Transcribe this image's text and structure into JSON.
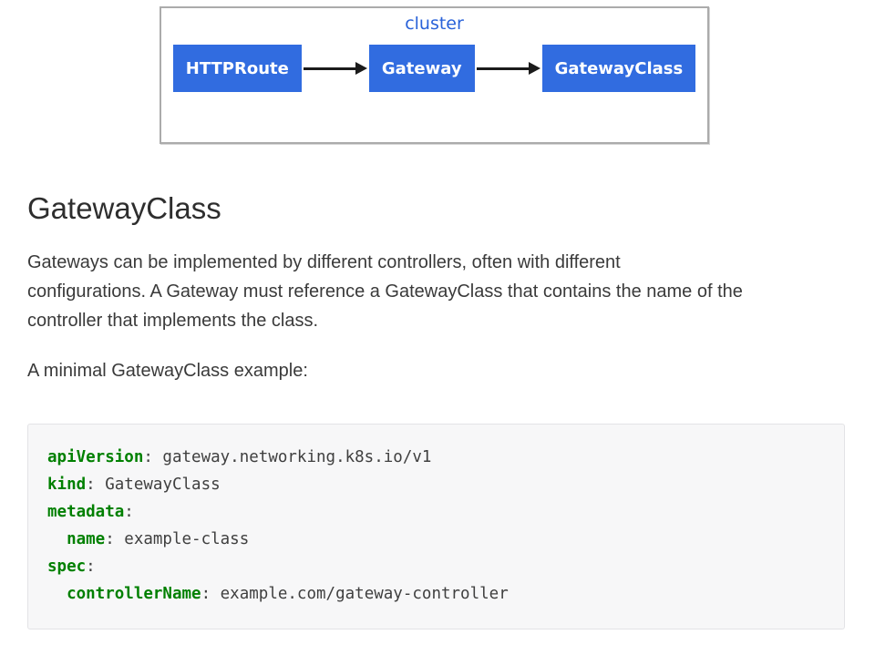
{
  "diagram": {
    "cluster_label": "cluster",
    "nodes": [
      {
        "label": "HTTPRoute"
      },
      {
        "label": "Gateway"
      },
      {
        "label": "GatewayClass"
      }
    ],
    "icons": [
      "right-arrow-icon",
      "right-arrow-icon"
    ],
    "colors": {
      "node_fill": "#316ce0",
      "node_text": "#ffffff",
      "cluster_label_blue": "#2962d9",
      "frame_border": "#ababab",
      "arrow_black": "#1b1b1b"
    }
  },
  "article": {
    "heading": "GatewayClass",
    "paragraph1_lines": [
      "Gateways can be implemented by different controllers, often with different",
      "configurations. A Gateway must reference a GatewayClass that contains the name of the",
      "controller that implements the class."
    ],
    "paragraph2": "A minimal GatewayClass example:",
    "code": {
      "lines": [
        {
          "key": "apiVersion",
          "rest": ": gateway.networking.k8s.io/v1"
        },
        {
          "key": "kind",
          "rest": ": GatewayClass"
        },
        {
          "key": "metadata",
          "rest": ":"
        },
        {
          "key": "  name",
          "rest": ": example-class"
        },
        {
          "key": "spec",
          "rest": ":"
        },
        {
          "key": "  controllerName",
          "rest": ": example.com/gateway-controller"
        }
      ],
      "colors": {
        "key_green": "#008000",
        "text": "#3f3f3f",
        "background": "#f7f7f8",
        "border": "#e3e3e6"
      }
    }
  }
}
